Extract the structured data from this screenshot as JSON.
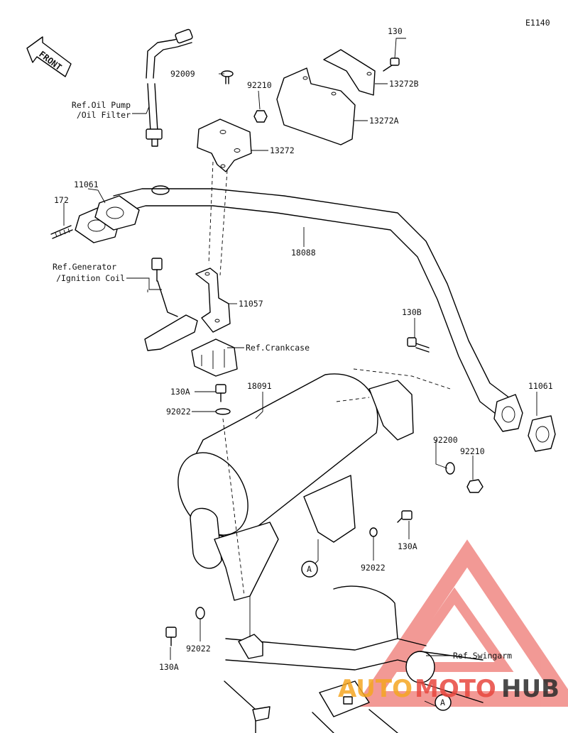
{
  "diagram_code": "E1140",
  "front_label": "FRONT",
  "part_labels": {
    "p130_top": "130",
    "p13272B": "13272B",
    "p92009": "92009",
    "p92210_top": "92210",
    "p13272A": "13272A",
    "p13272": "13272",
    "p11061_left": "11061",
    "p172": "172",
    "p18088": "18088",
    "p11057": "11057",
    "p130B": "130B",
    "p11061_right": "11061",
    "p130A_a": "130A",
    "p18091": "18091",
    "p92022_a": "92022",
    "p92200": "92200",
    "p92210_right": "92210",
    "p130A_b": "130A",
    "p92022_b": "92022",
    "p92022_c": "92022",
    "p130A_c": "130A"
  },
  "ref_labels": {
    "oil_pump_1": "Ref.Oil Pump",
    "oil_pump_2": "/Oil Filter",
    "generator_1": "Ref.Generator",
    "generator_2": "/Ignition Coil",
    "crankcase": "Ref.Crankcase",
    "swingarm": "Ref.Swingarm"
  },
  "callouts": {
    "a_left": "A",
    "a_right": "A"
  },
  "watermark": {
    "word1": "AUTO",
    "word2": "MOTO",
    "word3": "HUB",
    "color_orange": "#f5a623",
    "color_red": "#e8473f",
    "color_dark": "#2b2b2b"
  }
}
